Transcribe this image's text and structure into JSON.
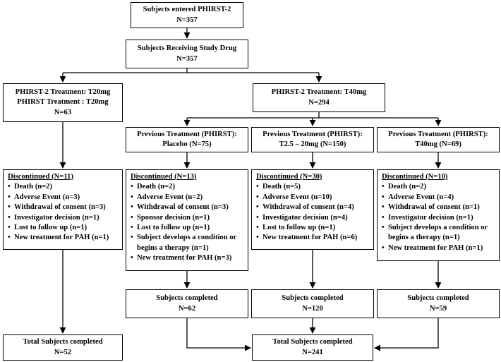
{
  "entered": {
    "line1": "Subjects entered PHIRST-2",
    "line2": "N=357"
  },
  "receiving": {
    "line1": "Subjects Receiving Study Drug",
    "line2": "N=357"
  },
  "t20_arm": {
    "line1": "PHIRST-2 Treatment: T20mg",
    "line2": "PHIRST Treatment : T20mg",
    "line3": "N=63"
  },
  "t40_arm": {
    "line1": "PHIRST-2 Treatment: T40mg",
    "line2": "N=294"
  },
  "prev_placebo": {
    "line1": "Previous Treatment (PHIRST):",
    "line2": "Placebo (N=75)"
  },
  "prev_t2520": {
    "line1": "Previous Treatment (PHIRST):",
    "line2": "T2.5 – 20mg (N=150)"
  },
  "prev_t40": {
    "line1": "Previous Treatment (PHIRST):",
    "line2": "T40mg (N=69)"
  },
  "disc_t20": {
    "title": "Discontinued (N=11)",
    "items": [
      "Death (n=2)",
      "Adverse Event (n=3)",
      "Withdrawal of consent (n=3)",
      "Investigator decision (n=1)",
      "Lost to follow up (n=1)",
      "New treatment for PAH (n=1)"
    ]
  },
  "disc_placebo": {
    "title": "Discontinued (N=13)",
    "items": [
      "Death (n=2)",
      "Adverse Event (n=2)",
      "Withdrawal of consent (n=3)",
      "Sponsor decision (n=1)",
      "Lost to follow up (n=1)",
      "Subject develops a condition or begins a therapy (n=1)",
      "New treatment for PAH (n=3)"
    ]
  },
  "disc_t2520": {
    "title": "Discontinued (N=30)",
    "items": [
      "Death (n=5)",
      "Adverse Event (n=10)",
      "Withdrawal of consent (n=4)",
      "Investigator decision (n=4)",
      "Lost to follow up (n=1)",
      "New treatment for PAH (n=6)"
    ]
  },
  "disc_t40": {
    "title": "Discontinued (N=10)",
    "items": [
      "Death (n=2)",
      "Adverse Event (n=4)",
      "Withdrawal of consent (n=1)",
      "Investigator decision (n=1)",
      "Subject develops a condition or begins a therapy (n=1)",
      "New treatment for PAH (n=1)"
    ]
  },
  "comp_placebo": {
    "line1": "Subjects completed",
    "line2": "N=62"
  },
  "comp_t2520": {
    "line1": "Subjects completed",
    "line2": "N=120"
  },
  "comp_t40": {
    "line1": "Subjects completed",
    "line2": "N=59"
  },
  "total_t20": {
    "line1": "Total Subjects completed",
    "line2": "N=52"
  },
  "total_t40": {
    "line1": "Total Subjects completed",
    "line2": "N=241"
  }
}
